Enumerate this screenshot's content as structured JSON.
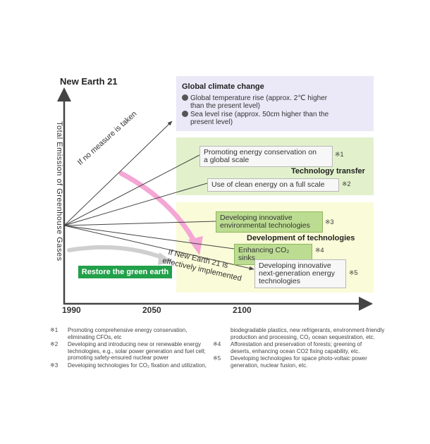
{
  "title": "New Earth 21",
  "y_axis_label": "Total Emission of Greenhouse Gases",
  "x_axis": {
    "ticks": [
      "1990",
      "2050",
      "2100"
    ]
  },
  "global_climate": {
    "heading": "Global climate change",
    "bullets": [
      [
        "Global temperature rise (approx. 2℃ higher",
        "than the present level)"
      ],
      [
        "Sea level rise (approx. 50cm higher than the",
        "present level)"
      ]
    ]
  },
  "technology_transfer": {
    "label": "Technology transfer",
    "items": [
      {
        "lines": [
          "Promoting energy conservation on",
          "a global scale"
        ],
        "mark": "※1"
      },
      {
        "lines": [
          "Use of clean energy on a full scale"
        ],
        "mark": "※2"
      }
    ]
  },
  "development": {
    "label": "Development of technologies",
    "items": [
      {
        "lines": [
          "Developing innovative",
          "environmental technologies"
        ],
        "mark": "※3"
      },
      {
        "lines": [
          "Enhancing CO₂ sinks"
        ],
        "mark": "※4"
      },
      {
        "lines": [
          "Developing innovative",
          "next-generation energy",
          "technologies"
        ],
        "mark": "※5"
      }
    ]
  },
  "scenario_labels": {
    "no_measure": "If no measure is taken",
    "implemented_line1": "If New Earth 21 is",
    "implemented_line2": "effectively implemented"
  },
  "restore_label": "Restore the green earth",
  "footnotes": {
    "left": [
      {
        "mark": "※1",
        "lines": [
          "Promoting comprehensive energy conservation,",
          "eliminating CFOs, etc"
        ]
      },
      {
        "mark": "※2",
        "lines": [
          "Developing and introducing new or renewable energy",
          "technologies, e.g., solar power generation and fuel cell;",
          "promoting safety-ensured nuclear power"
        ]
      },
      {
        "mark": "※3",
        "lines": [
          "Developing technologies for CO₂ fixation and utilization,"
        ]
      }
    ],
    "right_continuation": [
      "biodegradable plastics, new refrigerants, environment-friendly",
      "production and processing, CO₂ ocean sequestration, etc."
    ],
    "right": [
      {
        "mark": "※4",
        "lines": [
          "Afforestation and preservation of forests; greening of",
          "deserts, enhancing ocean CO2 fixing capability, etc."
        ]
      },
      {
        "mark": "※5",
        "lines": [
          "Developing technologies for space photo-voltaic power",
          "generation, nuclear fusion, etc."
        ]
      }
    ]
  },
  "colors": {
    "axis": "#444444",
    "panel_purple": "#ebe8f7",
    "panel_green": "#e2f1cc",
    "panel_yellow": "#fafbd8",
    "pink_arrow": "#f4a6d4",
    "gray_arrow": "#cccccc",
    "restore_green": "#22a04a"
  }
}
